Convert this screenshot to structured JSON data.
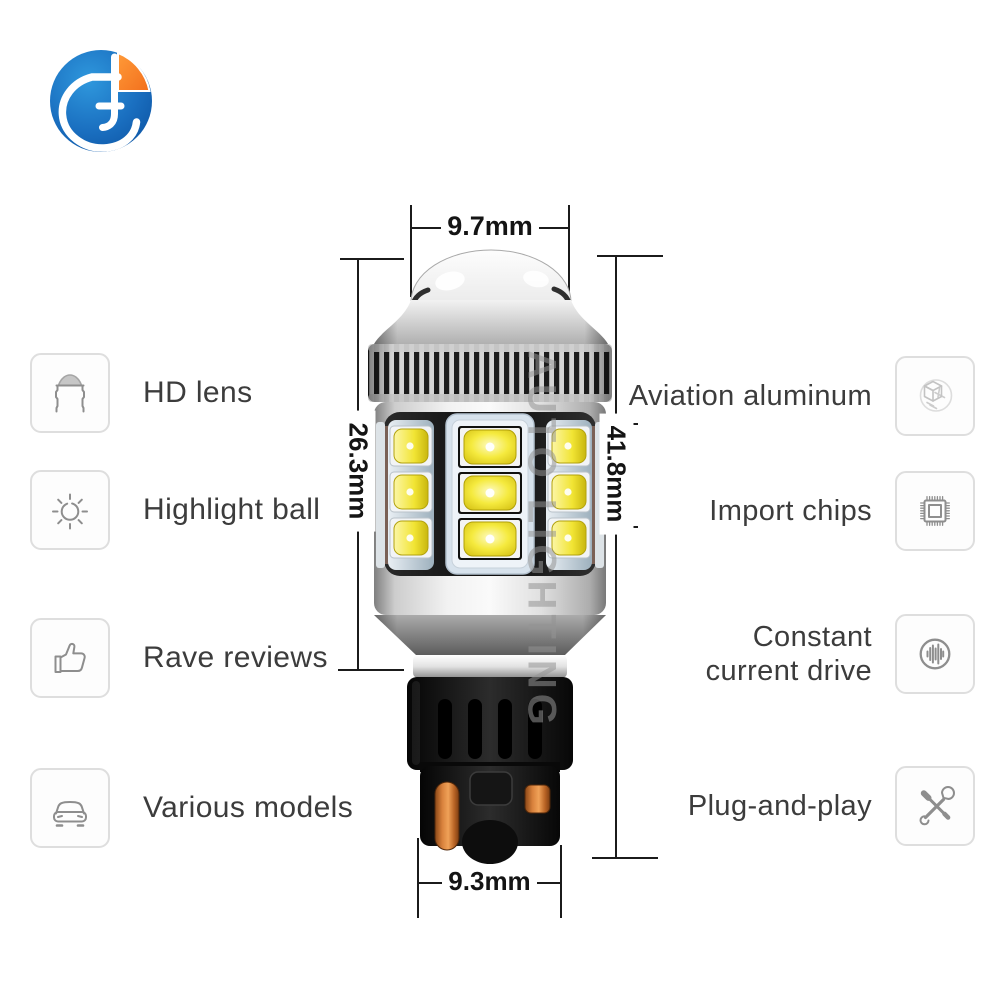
{
  "brand": {
    "logo_name": "JG auto lighting logo",
    "watermark_text": "AUTO LIGHTING",
    "logo_blue": "#1a6fc0",
    "logo_orange": "#f26f1d"
  },
  "dimensions": {
    "lens_width": "9.7mm",
    "body_height": "26.3mm",
    "overall_height": "41.8mm",
    "base_width": "9.3mm"
  },
  "features": {
    "left": [
      {
        "label": "HD lens",
        "icon": "bulb-lens-icon"
      },
      {
        "label": "Highlight ball",
        "icon": "sun-icon"
      },
      {
        "label": "Rave reviews",
        "icon": "thumbs-up-icon"
      },
      {
        "label": "Various models",
        "icon": "car-icon"
      }
    ],
    "right": [
      {
        "label": "Aviation aluminum",
        "icon": "machined-aluminum-icon"
      },
      {
        "label": "Import chips",
        "icon": "chip-icon"
      },
      {
        "label": "Constant current drive",
        "icon": "waveform-icon"
      },
      {
        "label": "Plug-and-play",
        "icon": "crossed-tools-icon"
      }
    ]
  },
  "colors": {
    "feature_text": "#3c3c3c",
    "dimension_line": "#1b1b1b",
    "icon_stroke": "#8e8e8e",
    "led_yellow": "#f5ea3e",
    "copper": "#d8813c"
  }
}
